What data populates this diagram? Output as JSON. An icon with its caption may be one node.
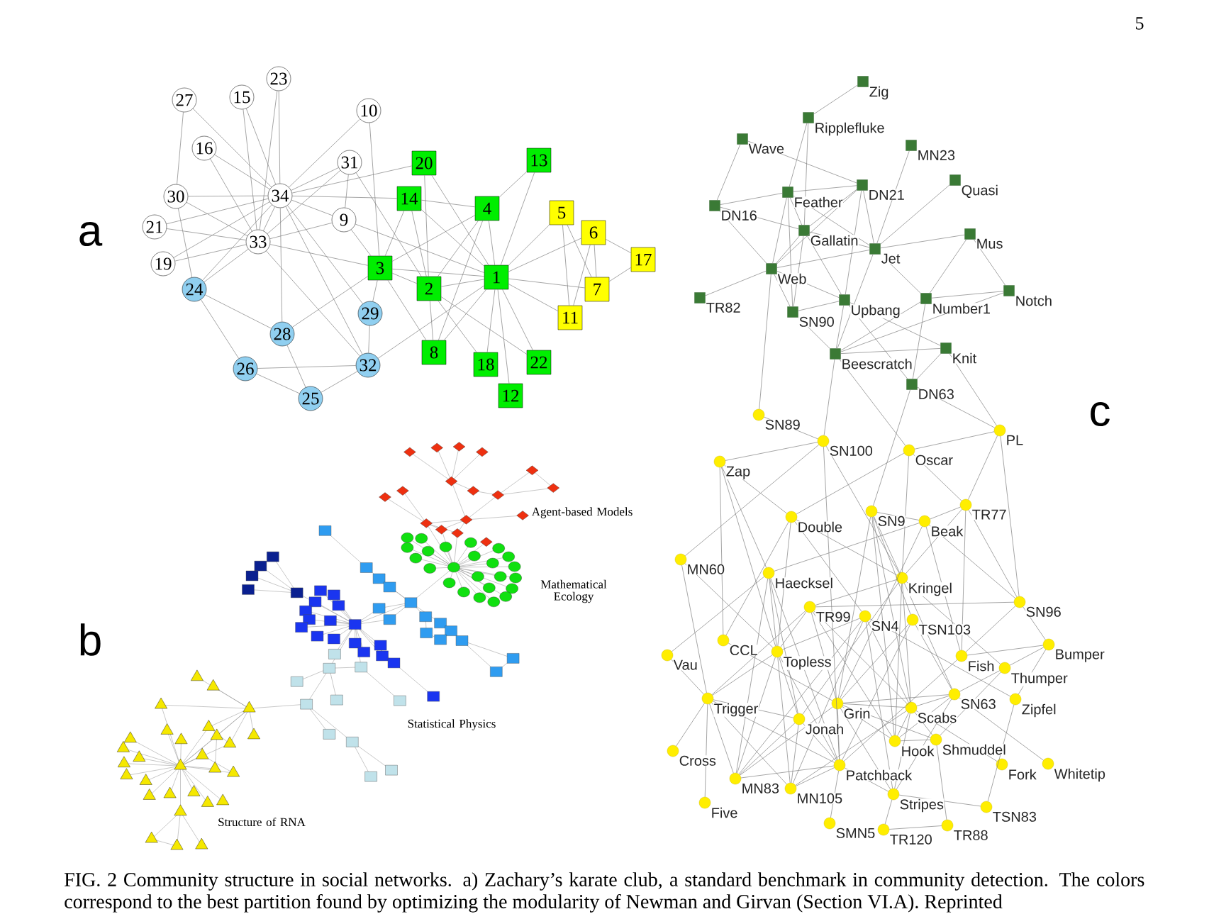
{
  "diagram": {
    "caption": "FIG. 2 Community structure in social networks. a) Zachary’s karate club, a standard benchmark in community detection. The colors correspond to the best partition found by optimizing the modularity of Newman and Girvan (Section VI.A). Reprinted",
    "nodes": [
      {
        "text": [],
        "shape": "circle",
        "beside": [
          "Beak"
        ]
      },
      {
        "text": [],
        "shape": "box",
        "beside": [
          "Beescratch"
        ]
      },
      {
        "text": [],
        "shape": "circle",
        "beside": [
          "Bumper"
        ]
      },
      {
        "text": [],
        "shape": "circle",
        "beside": [
          "CCL"
        ]
      },
      {
        "text": [],
        "shape": "circle",
        "beside": [
          "Cross"
        ]
      },
      {
        "text": [],
        "shape": "box",
        "beside": [
          "DN16"
        ]
      },
      {
        "text": [],
        "shape": "box",
        "beside": [
          "DN21"
        ]
      },
      {
        "text": [],
        "shape": "box",
        "beside": [
          "DN63"
        ]
      },
      {
        "text": [],
        "shape": "circle",
        "beside": [
          "Double"
        ]
      },
      {
        "text": [],
        "shape": "box",
        "beside": [
          "Feather"
        ]
      },
      {
        "text": [],
        "shape": "circle",
        "beside": [
          "Fish"
        ]
      },
      {
        "text": [],
        "shape": "circle",
        "beside": [
          "Five"
        ]
      },
      {
        "text": [],
        "shape": "circle",
        "beside": [
          "Fork"
        ]
      },
      {
        "text": [],
        "shape": "box",
        "beside": [
          "Gallatin"
        ]
      },
      {
        "text": [],
        "shape": "circle",
        "beside": [
          "Grin"
        ]
      },
      {
        "text": [],
        "shape": "circle",
        "beside": [
          "Haecksel"
        ]
      },
      {
        "text": [],
        "shape": "circle",
        "beside": [
          "Hook"
        ]
      },
      {
        "text": [],
        "shape": "box",
        "beside": [
          "Jet"
        ]
      },
      {
        "text": [],
        "shape": "circle",
        "beside": [
          "Jonah"
        ]
      },
      {
        "text": [],
        "shape": "box",
        "beside": [
          "Knit"
        ]
      },
      {
        "text": [],
        "shape": "circle",
        "beside": [
          "Kringel"
        ]
      },
      {
        "text": [],
        "shape": "circle",
        "beside": [
          "MN105"
        ]
      },
      {
        "text": [],
        "shape": "box",
        "beside": [
          "MN23"
        ]
      },
      {
        "text": [],
        "shape": "circle",
        "beside": [
          "MN60"
        ]
      },
      {
        "text": [],
        "shape": "circle",
        "beside": [
          "MN83"
        ]
      },
      {
        "text": [],
        "shape": "box",
        "beside": [
          "Mus"
        ]
      },
      {
        "text": [],
        "shape": "box",
        "beside": [
          "Notch"
        ]
      },
      {
        "text": [],
        "shape": "box",
        "beside": [
          "Number1"
        ]
      },
      {
        "text": [],
        "shape": "circle",
        "beside": [
          "Oscar"
        ]
      },
      {
        "text": [],
        "shape": "circle",
        "beside": [
          "Patchback"
        ]
      },
      {
        "text": [],
        "shape": "circle",
        "beside": [
          "PL"
        ]
      },
      {
        "text": [],
        "shape": "box",
        "beside": [
          "Quasi"
        ]
      },
      {
        "text": [],
        "shape": "box",
        "beside": [
          "Ripplefluke"
        ]
      },
      {
        "text": [],
        "shape": "circle",
        "beside": [
          "Scabs"
        ]
      },
      {
        "text": [],
        "shape": "circle",
        "beside": [
          "Shmuddel"
        ]
      },
      {
        "text": [],
        "shape": "circle",
        "beside": [
          "SMN5"
        ]
      },
      {
        "text": [],
        "shape": "circle",
        "beside": [
          "SN100"
        ]
      },
      {
        "text": [],
        "shape": "circle",
        "beside": [
          "SN4"
        ]
      },
      {
        "text": [],
        "shape": "circle",
        "beside": [
          "SN63"
        ]
      },
      {
        "text": [],
        "shape": "circle",
        "beside": [
          "SN89"
        ]
      },
      {
        "text": [],
        "shape": "circle",
        "beside": [
          "SN9"
        ]
      },
      {
        "text": [],
        "shape": "box",
        "beside": [
          "SN90"
        ]
      },
      {
        "text": [],
        "shape": "circle",
        "beside": [
          "SN96"
        ]
      },
      {
        "text": [],
        "shape": "circle",
        "beside": [
          "Stripes"
        ]
      },
      {
        "text": [],
        "shape": "circle",
        "beside": [
          "Thumper"
        ]
      },
      {
        "text": [],
        "shape": "circle",
        "beside": [
          "Topless"
        ]
      },
      {
        "text": [],
        "shape": "circle",
        "beside": [
          "TR120"
        ]
      },
      {
        "text": [],
        "shape": "circle",
        "beside": [
          "TR77"
        ]
      },
      {
        "text": [],
        "shape": "box",
        "beside": [
          "TR82"
        ]
      },
      {
        "text": [],
        "shape": "circle",
        "beside": [
          "TR88"
        ]
      },
      {
        "text": [],
        "shape": "circle",
        "beside": [
          "TR99"
        ]
      },
      {
        "text": [],
        "shape": "circle",
        "beside": [
          "Trigger"
        ]
      },
      {
        "text": [],
        "shape": "circle",
        "beside": [
          "TSN103"
        ]
      },
      {
        "text": [],
        "shape": "circle",
        "beside": [
          "TSN83"
        ]
      },
      {
        "text": [],
        "shape": "box",
        "beside": [
          "Upbang"
        ]
      },
      {
        "text": [],
        "shape": "circle",
        "beside": [
          "Vau"
        ]
      },
      {
        "text": [],
        "shape": "box",
        "beside": [
          "Wave"
        ]
      },
      {
        "text": [],
        "shape": "box",
        "beside": [
          "Web"
        ]
      },
      {
        "text": [],
        "shape": "circle",
        "beside": [
          "Whitetip"
        ]
      },
      {
        "text": [],
        "shape": "circle",
        "beside": [
          "Zap"
        ]
      },
      {
        "text": [],
        "shape": "box",
        "beside": [
          "Zig"
        ]
      },
      {
        "text": [],
        "shape": "circle",
        "beside": [
          "Zipfel"
        ]
      },
      {
        "text": [
          "1"
        ]
      },
      {
        "text": [
          "2"
        ]
      },
      {
        "text": [
          "3"
        ]
      },
      {
        "text": [
          "4"
        ]
      },
      {
        "text": [
          "5"
        ]
      },
      {
        "text": [
          "6"
        ]
      },
      {
        "text": [
          "7"
        ]
      },
      {
        "text": [
          "8"
        ]
      },
      {
        "text": [
          "9"
        ]
      },
      {
        "text": [
          "10"
        ]
      },
      {
        "text": [
          "11"
        ]
      },
      {
        "text": [
          "12"
        ]
      },
      {
        "text": [
          "13"
        ]
      },
      {
        "text": [
          "14"
        ]
      },
      {
        "text": [
          "15"
        ]
      },
      {
        "text": [
          "16"
        ]
      },
      {
        "text": [
          "17"
        ]
      },
      {
        "text": [
          "18"
        ]
      },
      {
        "text": [
          "19"
        ]
      },
      {
        "text": [
          "20"
        ]
      },
      {
        "text": [
          "21"
        ]
      },
      {
        "text": [
          "22"
        ]
      },
      {
        "text": [
          "23"
        ]
      },
      {
        "text": [
          "24"
        ]
      },
      {
        "text": [
          "25"
        ]
      },
      {
        "text": [
          "26"
        ]
      },
      {
        "text": [
          "27"
        ]
      },
      {
        "text": [
          "28"
        ]
      },
      {
        "text": [
          "29"
        ]
      },
      {
        "text": [
          "30"
        ]
      },
      {
        "text": [
          "31"
        ]
      },
      {
        "text": [
          "32"
        ]
      },
      {
        "text": [
          "33"
        ]
      },
      {
        "text": [
          "34"
        ]
      }
    ],
    "edges": [
      {
        "from": 8,
        "to": 3,
        "arrow": "none"
      },
      {
        "from": 9,
        "to": 5,
        "arrow": "none"
      },
      {
        "from": 9,
        "to": 6,
        "arrow": "none"
      },
      {
        "from": 10,
        "to": 0,
        "arrow": "none"
      },
      {
        "from": 10,
        "to": 2,
        "arrow": "none"
      },
      {
        "from": 13,
        "to": 5,
        "arrow": "none"
      },
      {
        "from": 13,
        "to": 6,
        "arrow": "none"
      },
      {
        "from": 13,
        "to": 9,
        "arrow": "none"
      },
      {
        "from": 14,
        "to": 0,
        "arrow": "none"
      },
      {
        "from": 14,
        "to": 3,
        "arrow": "none"
      },
      {
        "from": 15,
        "to": 0,
        "arrow": "none"
      },
      {
        "from": 16,
        "to": 14,
        "arrow": "none"
      },
      {
        "from": 17,
        "to": 1,
        "arrow": "none"
      },
      {
        "from": 17,
        "to": 6,
        "arrow": "none"
      },
      {
        "from": 17,
        "to": 9,
        "arrow": "none"
      },
      {
        "from": 17,
        "to": 13,
        "arrow": "none"
      },
      {
        "from": 18,
        "to": 15,
        "arrow": "none"
      },
      {
        "from": 19,
        "to": 1,
        "arrow": "none"
      },
      {
        "from": 19,
        "to": 7,
        "arrow": "none"
      },
      {
        "from": 20,
        "to": 8,
        "arrow": "none"
      },
      {
        "from": 20,
        "to": 16,
        "arrow": "none"
      },
      {
        "from": 20,
        "to": 18,
        "arrow": "none"
      },
      {
        "from": 21,
        "to": 18,
        "arrow": "none"
      },
      {
        "from": 22,
        "to": 17,
        "arrow": "none"
      },
      {
        "from": 24,
        "to": 14,
        "arrow": "none"
      },
      {
        "from": 24,
        "to": 15,
        "arrow": "none"
      },
      {
        "from": 24,
        "to": 18,
        "arrow": "none"
      },
      {
        "from": 25,
        "to": 17,
        "arrow": "none"
      },
      {
        "from": 26,
        "to": 1,
        "arrow": "none"
      },
      {
        "from": 26,
        "to": 25,
        "arrow": "none"
      },
      {
        "from": 27,
        "to": 1,
        "arrow": "none"
      },
      {
        "from": 27,
        "to": 7,
        "arrow": "none"
      },
      {
        "from": 27,
        "to": 17,
        "arrow": "none"
      },
      {
        "from": 27,
        "to": 25,
        "arrow": "none"
      },
      {
        "from": 27,
        "to": 26,
        "arrow": "none"
      },
      {
        "from": 28,
        "to": 1,
        "arrow": "none"
      },
      {
        "from": 28,
        "to": 8,
        "arrow": "none"
      },
      {
        "from": 28,
        "to": 20,
        "arrow": "none"
      },
      {
        "from": 29,
        "to": 10,
        "arrow": "none"
      },
      {
        "from": 29,
        "to": 14,
        "arrow": "none"
      },
      {
        "from": 29,
        "to": 15,
        "arrow": "none"
      },
      {
        "from": 29,
        "to": 18,
        "arrow": "none"
      },
      {
        "from": 29,
        "to": 21,
        "arrow": "none"
      },
      {
        "from": 29,
        "to": 24,
        "arrow": "none"
      },
      {
        "from": 30,
        "to": 7,
        "arrow": "none"
      },
      {
        "from": 30,
        "to": 19,
        "arrow": "none"
      },
      {
        "from": 30,
        "to": 28,
        "arrow": "none"
      },
      {
        "from": 31,
        "to": 17,
        "arrow": "none"
      },
      {
        "from": 32,
        "to": 9,
        "arrow": "none"
      },
      {
        "from": 32,
        "to": 13,
        "arrow": "none"
      },
      {
        "from": 33,
        "to": 12,
        "arrow": "none"
      },
      {
        "from": 33,
        "to": 14,
        "arrow": "none"
      },
      {
        "from": 33,
        "to": 16,
        "arrow": "none"
      },
      {
        "from": 33,
        "to": 20,
        "arrow": "none"
      },
      {
        "from": 33,
        "to": 21,
        "arrow": "none"
      },
      {
        "from": 34,
        "to": 14,
        "arrow": "none"
      },
      {
        "from": 34,
        "to": 16,
        "arrow": "none"
      },
      {
        "from": 34,
        "to": 33,
        "arrow": "none"
      },
      {
        "from": 35,
        "to": 29,
        "arrow": "none"
      },
      {
        "from": 36,
        "to": 1,
        "arrow": "none"
      },
      {
        "from": 36,
        "to": 20,
        "arrow": "none"
      },
      {
        "from": 36,
        "to": 23,
        "arrow": "none"
      },
      {
        "from": 36,
        "to": 29,
        "arrow": "none"
      },
      {
        "from": 37,
        "to": 8,
        "arrow": "none"
      },
      {
        "from": 37,
        "to": 21,
        "arrow": "none"
      },
      {
        "from": 37,
        "to": 24,
        "arrow": "none"
      },
      {
        "from": 37,
        "to": 33,
        "arrow": "none"
      },
      {
        "from": 38,
        "to": 14,
        "arrow": "none"
      },
      {
        "from": 38,
        "to": 16,
        "arrow": "none"
      },
      {
        "from": 38,
        "to": 20,
        "arrow": "none"
      },
      {
        "from": 38,
        "to": 33,
        "arrow": "none"
      },
      {
        "from": 39,
        "to": 36,
        "arrow": "none"
      },
      {
        "from": 40,
        "to": 0,
        "arrow": "none"
      },
      {
        "from": 40,
        "to": 7,
        "arrow": "none"
      },
      {
        "from": 40,
        "to": 14,
        "arrow": "none"
      },
      {
        "from": 40,
        "to": 16,
        "arrow": "none"
      },
      {
        "from": 40,
        "to": 20,
        "arrow": "none"
      },
      {
        "from": 40,
        "to": 33,
        "arrow": "none"
      },
      {
        "from": 41,
        "to": 9,
        "arrow": "none"
      },
      {
        "from": 41,
        "to": 13,
        "arrow": "none"
      },
      {
        "from": 41,
        "to": 1,
        "arrow": "none"
      },
      {
        "from": 42,
        "to": 0,
        "arrow": "none"
      },
      {
        "from": 42,
        "to": 2,
        "arrow": "none"
      },
      {
        "from": 42,
        "to": 10,
        "arrow": "none"
      },
      {
        "from": 42,
        "to": 30,
        "arrow": "none"
      },
      {
        "from": 43,
        "to": 14,
        "arrow": "none"
      },
      {
        "from": 43,
        "to": 29,
        "arrow": "none"
      },
      {
        "from": 43,
        "to": 33,
        "arrow": "none"
      },
      {
        "from": 43,
        "to": 37,
        "arrow": "none"
      },
      {
        "from": 43,
        "to": 38,
        "arrow": "none"
      },
      {
        "from": 44,
        "to": 2,
        "arrow": "none"
      },
      {
        "from": 44,
        "to": 20,
        "arrow": "none"
      },
      {
        "from": 44,
        "to": 34,
        "arrow": "none"
      },
      {
        "from": 44,
        "to": 38,
        "arrow": "none"
      },
      {
        "from": 45,
        "to": 8,
        "arrow": "none"
      },
      {
        "from": 45,
        "to": 15,
        "arrow": "none"
      },
      {
        "from": 45,
        "to": 18,
        "arrow": "none"
      },
      {
        "from": 45,
        "to": 21,
        "arrow": "none"
      },
      {
        "from": 45,
        "to": 23,
        "arrow": "none"
      },
      {
        "from": 45,
        "to": 24,
        "arrow": "none"
      },
      {
        "from": 45,
        "to": 29,
        "arrow": "none"
      },
      {
        "from": 45,
        "to": 37,
        "arrow": "none"
      },
      {
        "from": 46,
        "to": 43,
        "arrow": "none"
      },
      {
        "from": 47,
        "to": 0,
        "arrow": "none"
      },
      {
        "from": 47,
        "to": 10,
        "arrow": "none"
      },
      {
        "from": 47,
        "to": 20,
        "arrow": "none"
      },
      {
        "from": 47,
        "to": 28,
        "arrow": "none"
      },
      {
        "from": 47,
        "to": 30,
        "arrow": "none"
      },
      {
        "from": 47,
        "to": 42,
        "arrow": "none"
      },
      {
        "from": 49,
        "to": 34,
        "arrow": "none"
      },
      {
        "from": 49,
        "to": 46,
        "arrow": "none"
      },
      {
        "from": 50,
        "to": 14,
        "arrow": "none"
      },
      {
        "from": 50,
        "to": 16,
        "arrow": "none"
      },
      {
        "from": 50,
        "to": 20,
        "arrow": "none"
      },
      {
        "from": 50,
        "to": 33,
        "arrow": "none"
      },
      {
        "from": 50,
        "to": 42,
        "arrow": "none"
      },
      {
        "from": 50,
        "to": 45,
        "arrow": "none"
      },
      {
        "from": 51,
        "to": 4,
        "arrow": "none"
      },
      {
        "from": 51,
        "to": 11,
        "arrow": "none"
      },
      {
        "from": 51,
        "to": 18,
        "arrow": "none"
      },
      {
        "from": 51,
        "to": 21,
        "arrow": "none"
      },
      {
        "from": 51,
        "to": 23,
        "arrow": "none"
      },
      {
        "from": 51,
        "to": 24,
        "arrow": "none"
      },
      {
        "from": 51,
        "to": 29,
        "arrow": "none"
      },
      {
        "from": 51,
        "to": 45,
        "arrow": "none"
      },
      {
        "from": 51,
        "to": 50,
        "arrow": "none"
      },
      {
        "from": 52,
        "to": 14,
        "arrow": "none"
      },
      {
        "from": 52,
        "to": 29,
        "arrow": "none"
      },
      {
        "from": 52,
        "to": 38,
        "arrow": "none"
      },
      {
        "from": 52,
        "to": 40,
        "arrow": "none"
      },
      {
        "from": 53,
        "to": 43,
        "arrow": "none"
      },
      {
        "from": 54,
        "to": 1,
        "arrow": "none"
      },
      {
        "from": 54,
        "to": 6,
        "arrow": "none"
      },
      {
        "from": 54,
        "to": 7,
        "arrow": "none"
      },
      {
        "from": 54,
        "to": 13,
        "arrow": "none"
      },
      {
        "from": 54,
        "to": 19,
        "arrow": "none"
      },
      {
        "from": 54,
        "to": 41,
        "arrow": "none"
      },
      {
        "from": 55,
        "to": 15,
        "arrow": "none"
      },
      {
        "from": 55,
        "to": 51,
        "arrow": "none"
      },
      {
        "from": 56,
        "to": 5,
        "arrow": "none"
      },
      {
        "from": 56,
        "to": 6,
        "arrow": "none"
      },
      {
        "from": 57,
        "to": 5,
        "arrow": "none"
      },
      {
        "from": 57,
        "to": 6,
        "arrow": "none"
      },
      {
        "from": 57,
        "to": 9,
        "arrow": "none"
      },
      {
        "from": 57,
        "to": 13,
        "arrow": "none"
      },
      {
        "from": 57,
        "to": 17,
        "arrow": "none"
      },
      {
        "from": 57,
        "to": 39,
        "arrow": "none"
      },
      {
        "from": 57,
        "to": 41,
        "arrow": "none"
      },
      {
        "from": 57,
        "to": 48,
        "arrow": "none"
      },
      {
        "from": 57,
        "to": 54,
        "arrow": "none"
      },
      {
        "from": 58,
        "to": 38,
        "arrow": "none"
      },
      {
        "from": 59,
        "to": 3,
        "arrow": "none"
      },
      {
        "from": 59,
        "to": 8,
        "arrow": "none"
      },
      {
        "from": 59,
        "to": 15,
        "arrow": "none"
      },
      {
        "from": 59,
        "to": 36,
        "arrow": "none"
      },
      {
        "from": 59,
        "to": 45,
        "arrow": "none"
      },
      {
        "from": 60,
        "to": 32,
        "arrow": "none"
      },
      {
        "from": 61,
        "to": 2,
        "arrow": "none"
      },
      {
        "from": 61,
        "to": 37,
        "arrow": "none"
      },
      {
        "from": 61,
        "to": 53,
        "arrow": "none"
      },
      {
        "from": 62,
        "to": 63,
        "arrow": "none"
      },
      {
        "from": 62,
        "to": 64,
        "arrow": "none"
      },
      {
        "from": 62,
        "to": 65,
        "arrow": "none"
      },
      {
        "from": 62,
        "to": 66,
        "arrow": "none"
      },
      {
        "from": 62,
        "to": 67,
        "arrow": "none"
      },
      {
        "from": 62,
        "to": 68,
        "arrow": "none"
      },
      {
        "from": 62,
        "to": 69,
        "arrow": "none"
      },
      {
        "from": 62,
        "to": 70,
        "arrow": "none"
      },
      {
        "from": 62,
        "to": 72,
        "arrow": "none"
      },
      {
        "from": 62,
        "to": 73,
        "arrow": "none"
      },
      {
        "from": 62,
        "to": 74,
        "arrow": "none"
      },
      {
        "from": 62,
        "to": 75,
        "arrow": "none"
      },
      {
        "from": 62,
        "to": 79,
        "arrow": "none"
      },
      {
        "from": 62,
        "to": 81,
        "arrow": "none"
      },
      {
        "from": 62,
        "to": 83,
        "arrow": "none"
      },
      {
        "from": 62,
        "to": 93,
        "arrow": "none"
      },
      {
        "from": 63,
        "to": 64,
        "arrow": "none"
      },
      {
        "from": 63,
        "to": 65,
        "arrow": "none"
      },
      {
        "from": 63,
        "to": 69,
        "arrow": "none"
      },
      {
        "from": 63,
        "to": 75,
        "arrow": "none"
      },
      {
        "from": 63,
        "to": 79,
        "arrow": "none"
      },
      {
        "from": 63,
        "to": 81,
        "arrow": "none"
      },
      {
        "from": 63,
        "to": 83,
        "arrow": "none"
      },
      {
        "from": 63,
        "to": 92,
        "arrow": "none"
      },
      {
        "from": 64,
        "to": 65,
        "arrow": "none"
      },
      {
        "from": 64,
        "to": 69,
        "arrow": "none"
      },
      {
        "from": 64,
        "to": 70,
        "arrow": "none"
      },
      {
        "from": 64,
        "to": 71,
        "arrow": "none"
      },
      {
        "from": 64,
        "to": 75,
        "arrow": "none"
      },
      {
        "from": 64,
        "to": 89,
        "arrow": "none"
      },
      {
        "from": 64,
        "to": 90,
        "arrow": "none"
      },
      {
        "from": 64,
        "to": 94,
        "arrow": "none"
      },
      {
        "from": 65,
        "to": 69,
        "arrow": "none"
      },
      {
        "from": 65,
        "to": 74,
        "arrow": "none"
      },
      {
        "from": 65,
        "to": 75,
        "arrow": "none"
      },
      {
        "from": 66,
        "to": 68,
        "arrow": "none"
      },
      {
        "from": 66,
        "to": 72,
        "arrow": "none"
      },
      {
        "from": 67,
        "to": 68,
        "arrow": "none"
      },
      {
        "from": 67,
        "to": 72,
        "arrow": "none"
      },
      {
        "from": 67,
        "to": 78,
        "arrow": "none"
      },
      {
        "from": 68,
        "to": 78,
        "arrow": "none"
      },
      {
        "from": 70,
        "to": 92,
        "arrow": "none"
      },
      {
        "from": 70,
        "to": 94,
        "arrow": "none"
      },
      {
        "from": 70,
        "to": 95,
        "arrow": "none"
      },
      {
        "from": 71,
        "to": 95,
        "arrow": "none"
      },
      {
        "from": 75,
        "to": 95,
        "arrow": "none"
      },
      {
        "from": 76,
        "to": 94,
        "arrow": "none"
      },
      {
        "from": 76,
        "to": 95,
        "arrow": "none"
      },
      {
        "from": 77,
        "to": 94,
        "arrow": "none"
      },
      {
        "from": 77,
        "to": 95,
        "arrow": "none"
      },
      {
        "from": 80,
        "to": 94,
        "arrow": "none"
      },
      {
        "from": 80,
        "to": 95,
        "arrow": "none"
      },
      {
        "from": 81,
        "to": 95,
        "arrow": "none"
      },
      {
        "from": 82,
        "to": 94,
        "arrow": "none"
      },
      {
        "from": 82,
        "to": 95,
        "arrow": "none"
      },
      {
        "from": 84,
        "to": 94,
        "arrow": "none"
      },
      {
        "from": 84,
        "to": 95,
        "arrow": "none"
      },
      {
        "from": 85,
        "to": 87,
        "arrow": "none"
      },
      {
        "from": 85,
        "to": 89,
        "arrow": "none"
      },
      {
        "from": 85,
        "to": 91,
        "arrow": "none"
      },
      {
        "from": 85,
        "to": 94,
        "arrow": "none"
      },
      {
        "from": 85,
        "to": 95,
        "arrow": "none"
      },
      {
        "from": 86,
        "to": 87,
        "arrow": "none"
      },
      {
        "from": 86,
        "to": 89,
        "arrow": "none"
      },
      {
        "from": 86,
        "to": 93,
        "arrow": "none"
      },
      {
        "from": 87,
        "to": 93,
        "arrow": "none"
      },
      {
        "from": 88,
        "to": 91,
        "arrow": "none"
      },
      {
        "from": 88,
        "to": 95,
        "arrow": "none"
      },
      {
        "from": 89,
        "to": 95,
        "arrow": "none"
      },
      {
        "from": 90,
        "to": 93,
        "arrow": "none"
      },
      {
        "from": 90,
        "to": 95,
        "arrow": "none"
      },
      {
        "from": 91,
        "to": 94,
        "arrow": "none"
      },
      {
        "from": 91,
        "to": 95,
        "arrow": "none"
      },
      {
        "from": 92,
        "to": 94,
        "arrow": "none"
      },
      {
        "from": 92,
        "to": 95,
        "arrow": "none"
      },
      {
        "from": 93,
        "to": 94,
        "arrow": "none"
      },
      {
        "from": 93,
        "to": 95,
        "arrow": "none"
      },
      {
        "from": 94,
        "to": 95,
        "arrow": "none"
      }
    ],
    "labels": [
      "5",
      "a",
      "c",
      "Agent-based Models",
      "Mathematical Ecology",
      "b",
      "Statistical Physics",
      "Structure of RNA"
    ]
  }
}
